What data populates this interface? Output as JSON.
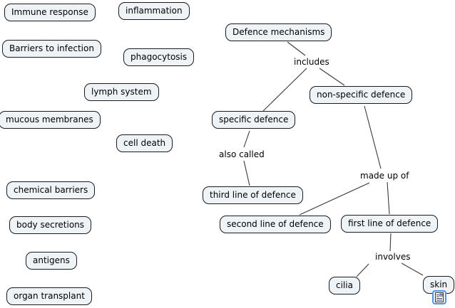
{
  "diagram": {
    "type": "concept-map",
    "background_color": "#ffffff",
    "node_fill_color": "#edf3f6",
    "node_border_color": "#1b1b1b",
    "link_line_color": "#3a3a3a",
    "text_color": "#000000"
  },
  "nodes": {
    "immune_response": "Immune response",
    "inflammation": "inflammation",
    "defence_mechanisms": "Defence mechanisms",
    "barriers_to_infection": "Barriers to infection",
    "phagocytosis": "phagocytosis",
    "lymph_system": "lymph system",
    "non_specific_defence": "non-specific defence",
    "mucous_membranes": "mucous membranes",
    "specific_defence": "specific defence",
    "cell_death": "cell death",
    "chemical_barriers": "chemical barriers",
    "third_line_of_defence": "third line of defence",
    "body_secretions": "body secretions",
    "second_line_of_defence": "second line of defence",
    "first_line_of_defence": "first line of defence",
    "antigens": "antigens",
    "organ_transplant": "organ transplant",
    "cilia": "cilia",
    "skin": "skin"
  },
  "phrases": {
    "includes": "includes",
    "also_called": "also called",
    "made_up_of": "made up of",
    "involves": "involves"
  },
  "relations": [
    {
      "from": "Defence mechanisms",
      "phrase": "includes",
      "to": "specific defence"
    },
    {
      "from": "Defence mechanisms",
      "phrase": "includes",
      "to": "non-specific defence"
    },
    {
      "from": "specific defence",
      "phrase": "also called",
      "to": "third line of defence"
    },
    {
      "from": "non-specific defence",
      "phrase": "made up of",
      "to": "second line of defence"
    },
    {
      "from": "non-specific defence",
      "phrase": "made up of",
      "to": "first line of defence"
    },
    {
      "from": "first line of defence",
      "phrase": "involves",
      "to": "cilia"
    },
    {
      "from": "first line of defence",
      "phrase": "involves",
      "to": "skin"
    }
  ],
  "unlinked_concepts": [
    "Immune response",
    "inflammation",
    "Barriers to infection",
    "phagocytosis",
    "lymph system",
    "mucous membranes",
    "cell death",
    "chemical barriers",
    "body secretions",
    "antigens",
    "organ transplant"
  ],
  "icons": {
    "skin_resource": "document-resource-icon"
  }
}
